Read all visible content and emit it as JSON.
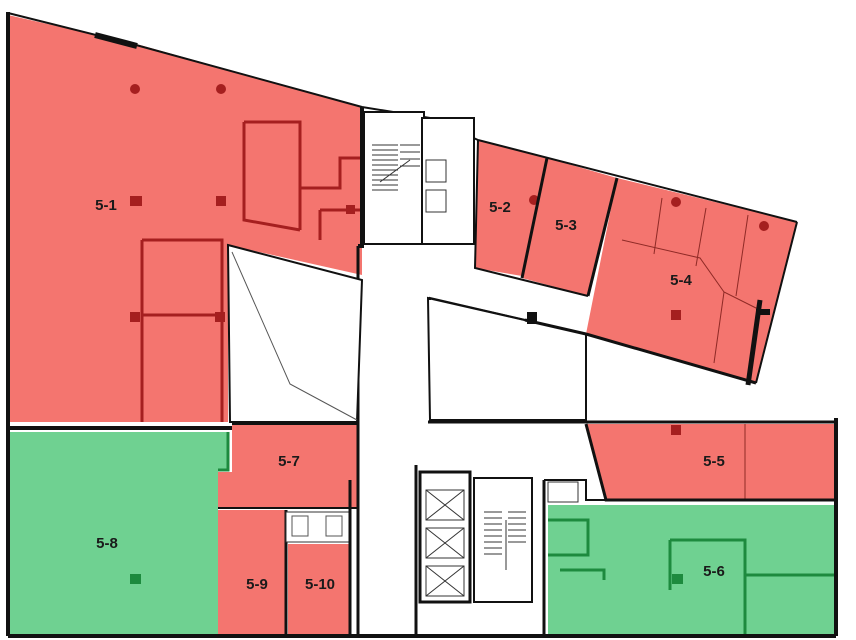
{
  "colors": {
    "occupied": "#f4756f",
    "vacant": "#6fd191",
    "wall": "#111111",
    "occupied_detail": "#a51f1f",
    "vacant_detail": "#1d8a3e"
  },
  "units": [
    {
      "id": "5-1",
      "label": "5-1",
      "status": "occupied"
    },
    {
      "id": "5-2",
      "label": "5-2",
      "status": "occupied"
    },
    {
      "id": "5-3",
      "label": "5-3",
      "status": "occupied"
    },
    {
      "id": "5-4",
      "label": "5-4",
      "status": "occupied"
    },
    {
      "id": "5-5",
      "label": "5-5",
      "status": "occupied"
    },
    {
      "id": "5-6",
      "label": "5-6",
      "status": "vacant"
    },
    {
      "id": "5-7",
      "label": "5-7",
      "status": "occupied"
    },
    {
      "id": "5-8",
      "label": "5-8",
      "status": "vacant"
    },
    {
      "id": "5-9",
      "label": "5-9",
      "status": "occupied"
    },
    {
      "id": "5-10",
      "label": "5-10",
      "status": "occupied"
    }
  ]
}
